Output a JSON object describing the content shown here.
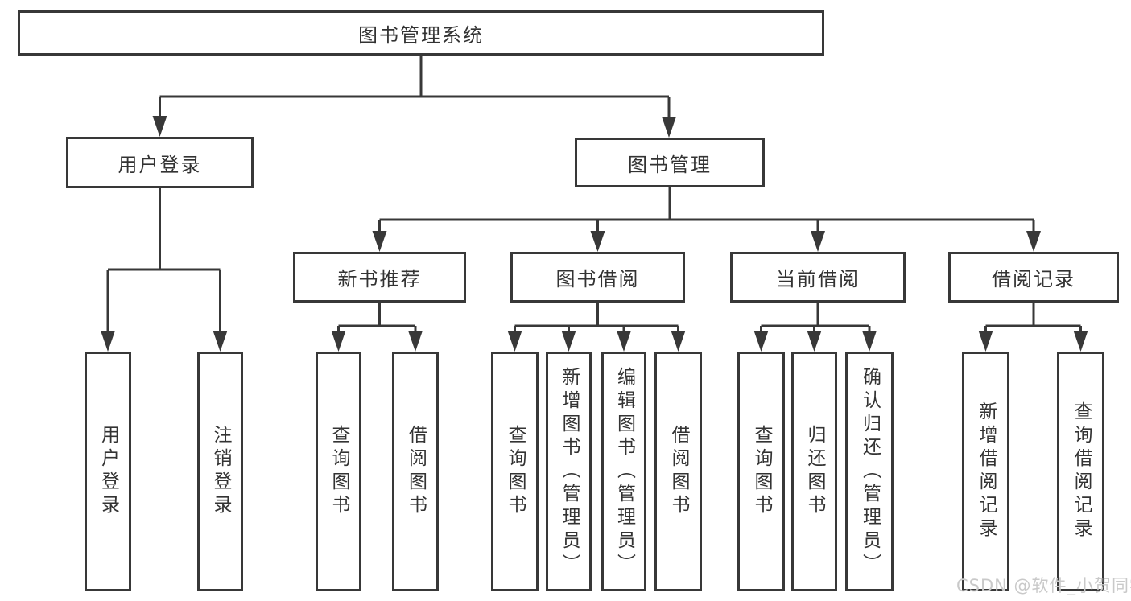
{
  "tree": {
    "label": "图书管理系统",
    "children": [
      {
        "label": "用户登录",
        "children": [
          {
            "label": "用户登录"
          },
          {
            "label": "注销登录"
          }
        ]
      },
      {
        "label": "图书管理",
        "children": [
          {
            "label": "新书推荐",
            "children": [
              {
                "label": "查询图书"
              },
              {
                "label": "借阅图书"
              }
            ]
          },
          {
            "label": "图书借阅",
            "children": [
              {
                "label": "查询图书"
              },
              {
                "label": "新增图书（管理员）"
              },
              {
                "label": "编辑图书（管理员）"
              },
              {
                "label": "借阅图书"
              }
            ]
          },
          {
            "label": "当前借阅",
            "children": [
              {
                "label": "查询图书"
              },
              {
                "label": "归还图书"
              },
              {
                "label": "确认归还（管理员）"
              }
            ]
          },
          {
            "label": "借阅记录",
            "children": [
              {
                "label": "新增借阅记录"
              },
              {
                "label": "查询借阅记录"
              }
            ]
          }
        ]
      }
    ]
  },
  "watermark": {
    "text": "CSDN @软件_小贺同学",
    "color": "#c9c9c9"
  },
  "colors": {
    "line": "#383838",
    "text": "#333333",
    "box_background": "#ffffff",
    "page_background": "#ffffff"
  }
}
